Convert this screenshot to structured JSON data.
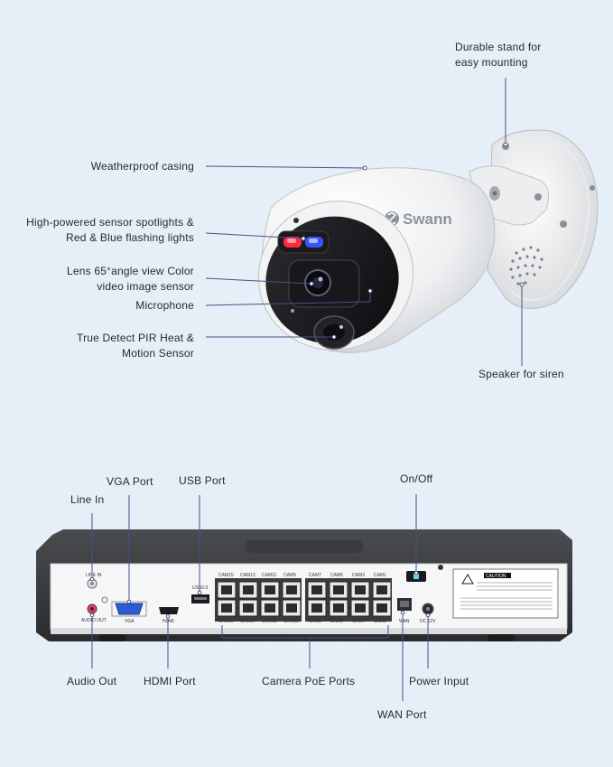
{
  "camera": {
    "brand": "Swann",
    "labels": {
      "stand": "Durable stand for easy mounting",
      "casing": "Weatherproof casing",
      "spotlights": "High-powered sensor spotlights & Red & Blue flashing lights",
      "lens": "Lens 65°angle view Color video image sensor",
      "microphone": "Microphone",
      "pir": "True Detect PIR Heat & Motion Sensor",
      "speaker": "Speaker for siren"
    }
  },
  "nvr": {
    "labels": {
      "vga": "VGA Port",
      "usb": "USB Port",
      "onoff": "On/Off",
      "line_in": "Line In",
      "audio_out": "Audio Out",
      "hdmi": "HDMI Port",
      "poe": "Camera PoE Ports",
      "power": "Power Input",
      "wan": "WAN Port"
    },
    "panel": {
      "line_in": "LINE IN",
      "audio_out": "AUDIO OUT",
      "vga": "VGA",
      "hdmi": "HDMI",
      "usb": "USB2.0",
      "wan": "WAN",
      "dc": "DC 12V",
      "caution": "CAUTION",
      "cam_top": [
        "CAM15",
        "CAM13",
        "CAM11",
        "CAM9",
        "CAM7",
        "CAM5",
        "CAM3",
        "CAM1"
      ],
      "cam_bottom": [
        "CAM16",
        "CAM14",
        "CAM12",
        "CAM10",
        "CAM8",
        "CAM6",
        "CAM4",
        "CAM2"
      ]
    }
  }
}
